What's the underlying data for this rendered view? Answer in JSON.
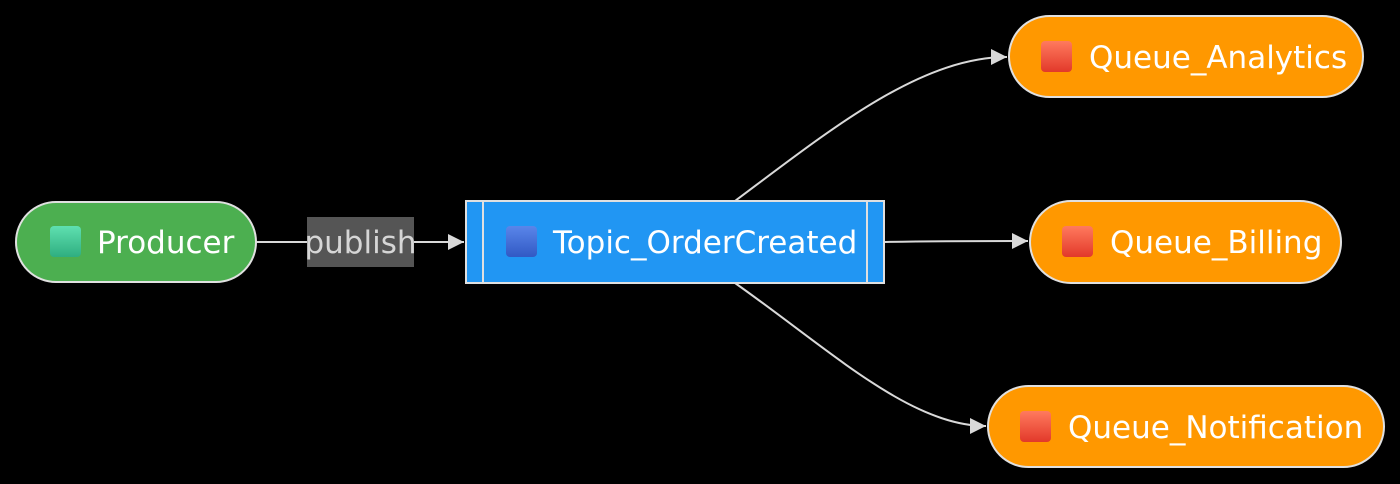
{
  "diagram": {
    "nodes": {
      "producer": {
        "label": "Producer",
        "icon": "green-square-emoji-icon",
        "fill": "#4caf50",
        "icon_color": "#3ec99a"
      },
      "topic": {
        "label": "Topic_OrderCreated",
        "icon": "blue-square-emoji-icon",
        "fill": "#2196f3",
        "icon_color": "#3f6fd6"
      },
      "queue_analytics": {
        "label": "Queue_Analytics",
        "icon": "red-square-emoji-icon",
        "fill": "#ff9800",
        "icon_color": "#f4503c"
      },
      "queue_billing": {
        "label": "Queue_Billing",
        "icon": "red-square-emoji-icon",
        "fill": "#ff9800",
        "icon_color": "#f4503c"
      },
      "queue_notification": {
        "label": "Queue_Notification",
        "icon": "red-square-emoji-icon",
        "fill": "#ff9800",
        "icon_color": "#f4503c"
      }
    },
    "edges": [
      {
        "from": "producer",
        "to": "topic",
        "label": "publish"
      },
      {
        "from": "topic",
        "to": "queue_analytics",
        "label": ""
      },
      {
        "from": "topic",
        "to": "queue_billing",
        "label": ""
      },
      {
        "from": "topic",
        "to": "queue_notification",
        "label": ""
      }
    ],
    "colors": {
      "background": "#000000",
      "edge": "#d9d9d9",
      "node_border": "#e0e0e0",
      "edge_label_bg": "#555555"
    }
  }
}
